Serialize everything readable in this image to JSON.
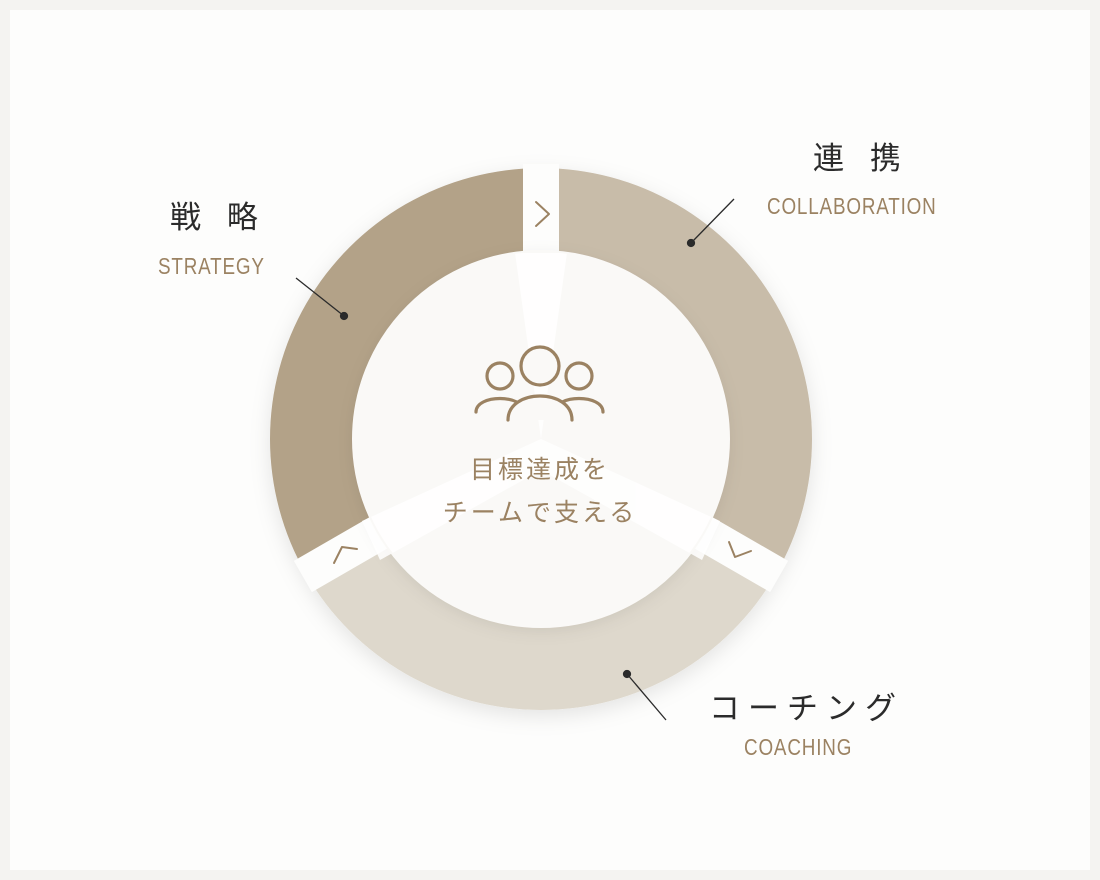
{
  "segments": [
    {
      "id": "strategy",
      "title": "戦 略",
      "subtitle": "STRATEGY",
      "color": "#b3a288"
    },
    {
      "id": "collaboration",
      "title": "連 携",
      "subtitle": "COLLABORATION",
      "color": "#c8bca9"
    },
    {
      "id": "coaching",
      "title": "コーチング",
      "subtitle": "COACHING",
      "color": "#ded8cc"
    }
  ],
  "center": {
    "icon": "people-group-icon",
    "line1": "目標達成を",
    "line2": "チームで支える"
  },
  "colors": {
    "background": "#f4f3f1",
    "panel": "#fdfdfc",
    "accent": "#9b8262",
    "text": "#2b2b2b",
    "center_fill": "#faf9f7"
  }
}
